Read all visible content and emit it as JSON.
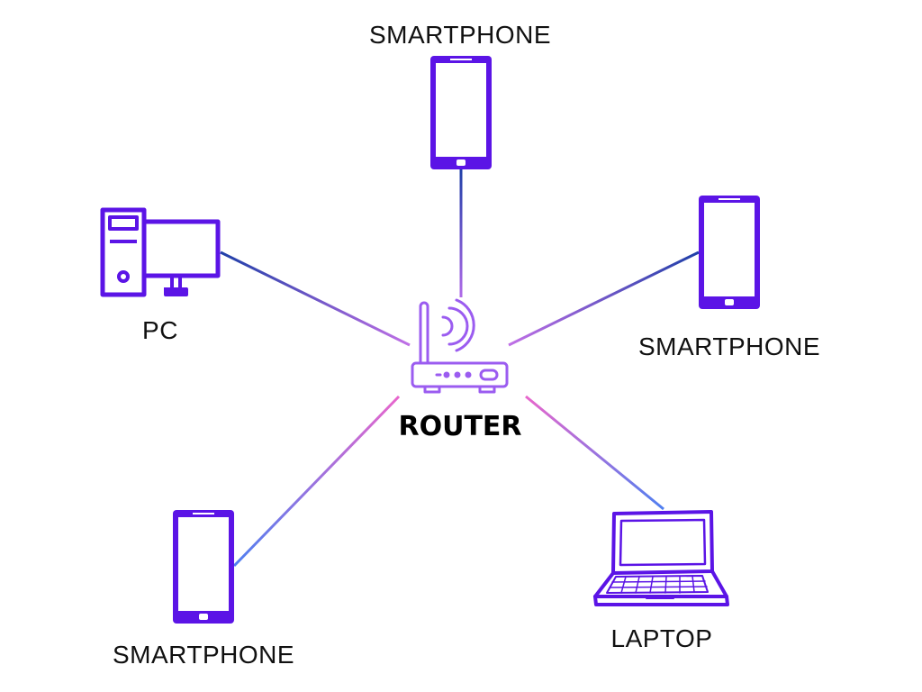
{
  "diagram": {
    "center": {
      "label": "ROUTER",
      "icon": "wifi-router-icon"
    },
    "nodes": [
      {
        "id": "top",
        "label": "SMARTPHONE",
        "icon": "smartphone-icon"
      },
      {
        "id": "right",
        "label": "SMARTPHONE",
        "icon": "smartphone-icon"
      },
      {
        "id": "left",
        "label": "PC",
        "icon": "desktop-computer-icon"
      },
      {
        "id": "bottom-left",
        "label": "SMARTPHONE",
        "icon": "smartphone-icon"
      },
      {
        "id": "bottom-right",
        "label": "LAPTOP",
        "icon": "laptop-icon"
      }
    ]
  },
  "colors": {
    "icon": "#5b14e6",
    "line_blue": "#1f3fa8",
    "line_light_blue": "#4f7ff0",
    "line_pink": "#e866cc",
    "router_violet": "#9b5cf0"
  }
}
